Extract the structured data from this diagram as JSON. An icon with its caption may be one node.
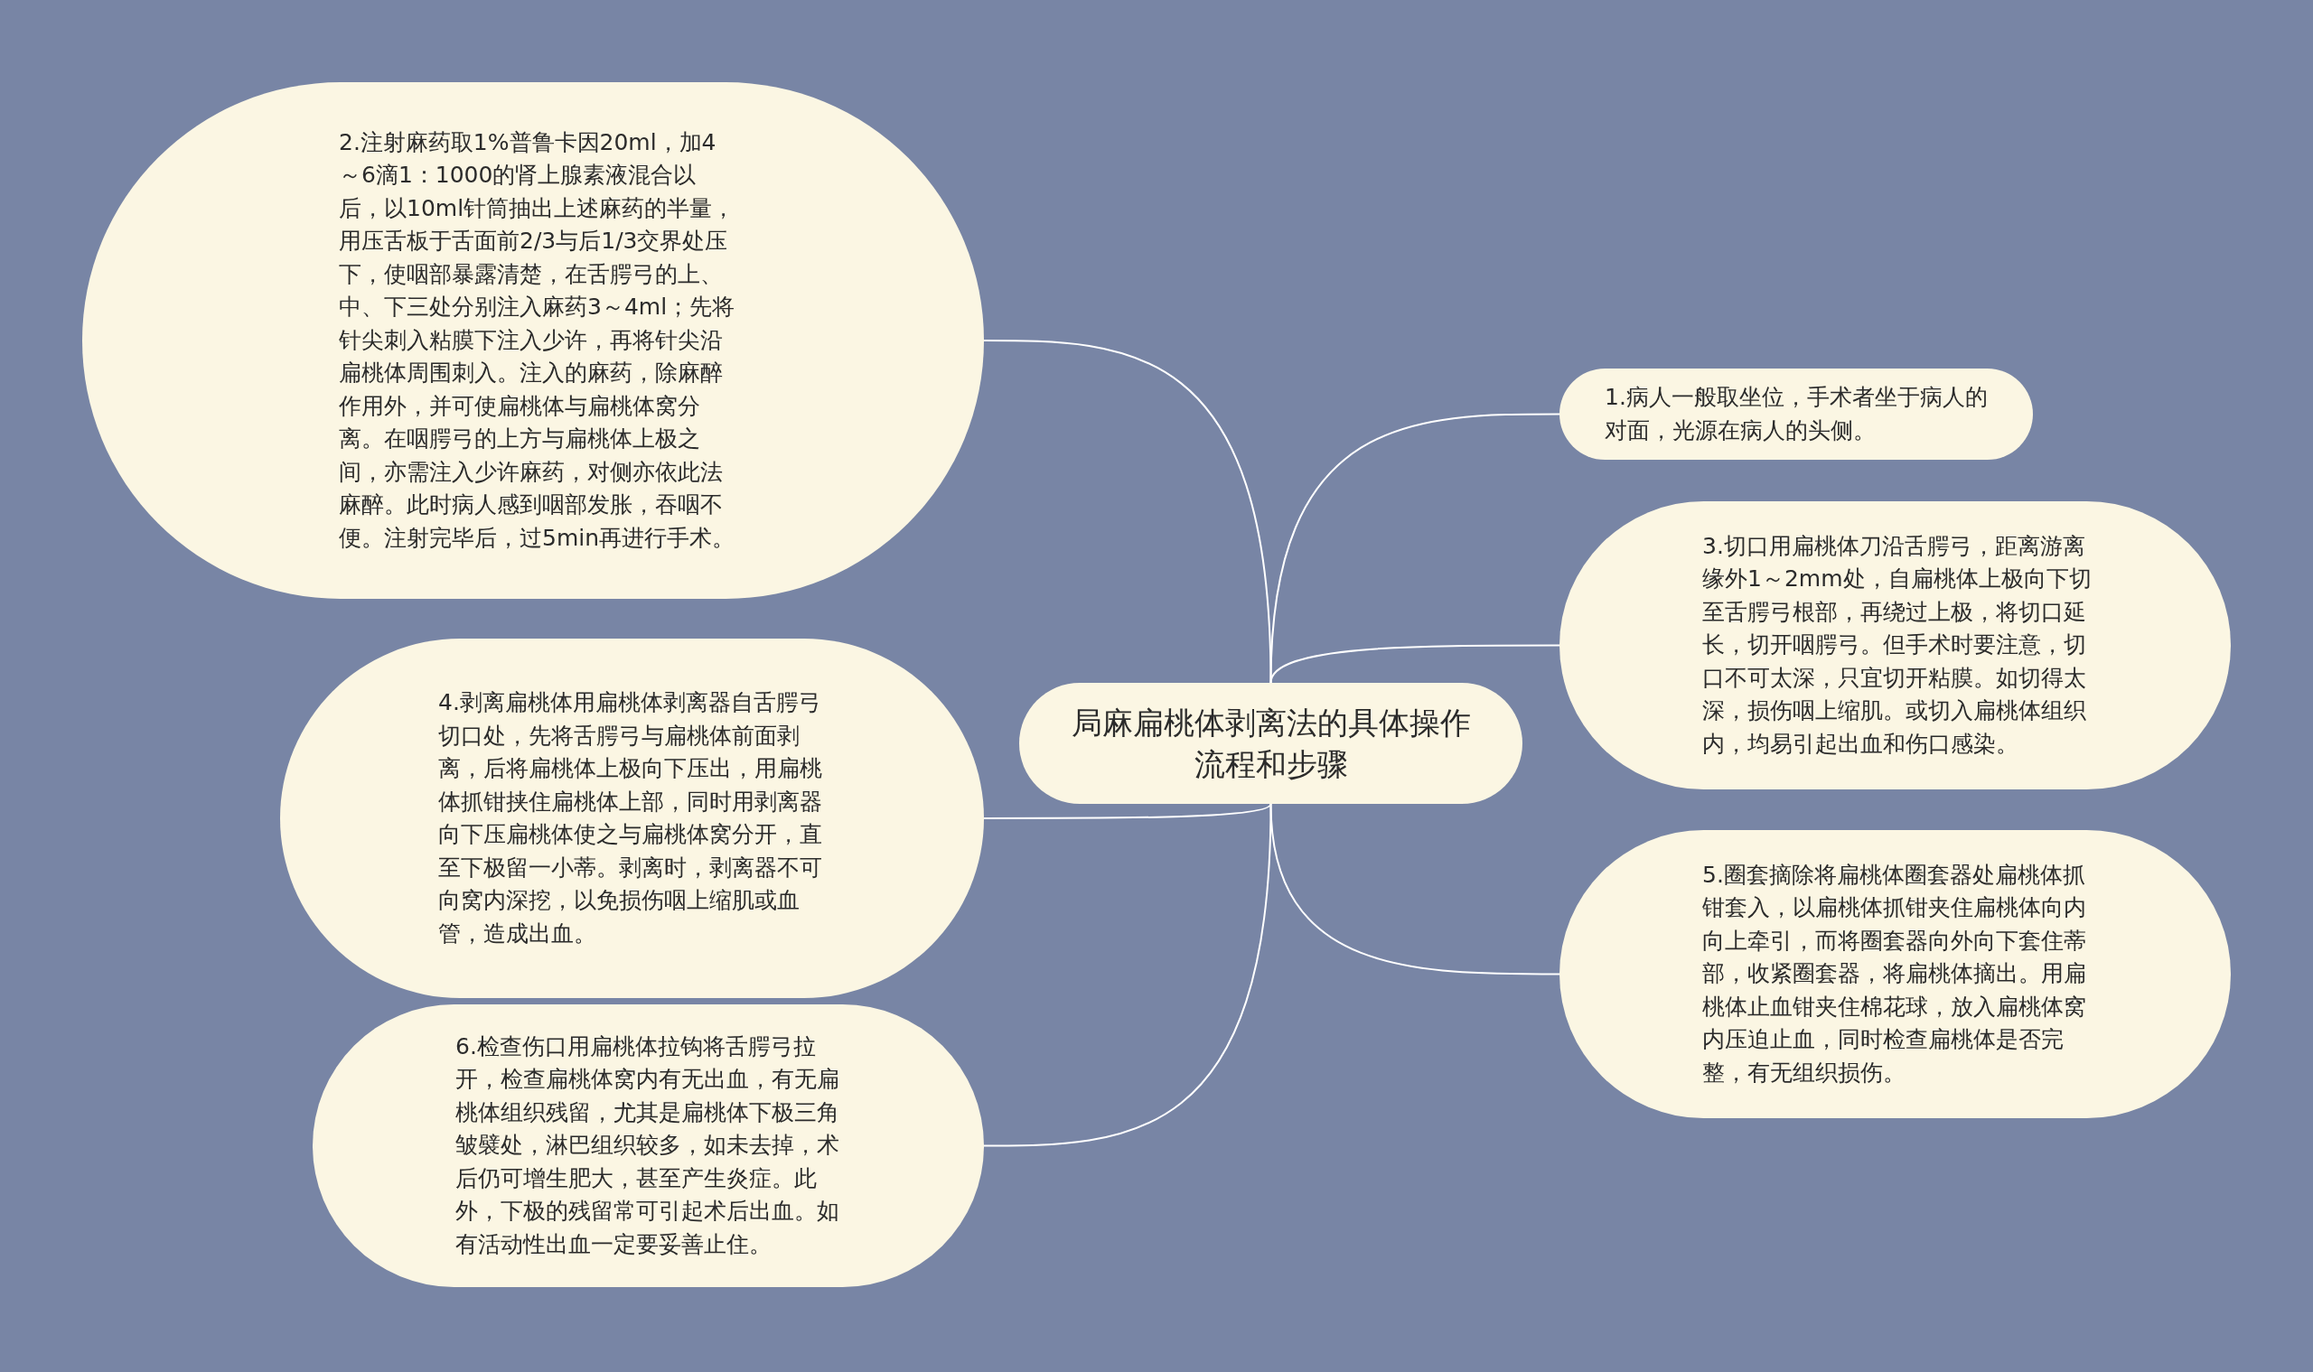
{
  "diagram": {
    "nodes": [
      {
        "text": [
          "局麻扁桃体剥离法的具体操作流程和步骤"
        ]
      },
      {
        "text": [
          "1.病人一般取坐位，手术者坐于病人的对面，光源在病人的头侧。"
        ]
      },
      {
        "text": [
          "2.注射麻药取1%普鲁卡因20ml，加4～6滴1：1000的肾上腺素液混合以后，以10ml针筒抽出上述麻药的半量，用压舌板于舌面前2/3与后1/3交界处压下，使咽部暴露清楚，在舌腭弓的上、中、下三处分别注入麻药3～4ml；先将针尖刺入粘膜下注入少许，再将针尖沿扁桃体周围刺入。注入的麻药，除麻醉作用外，并可使扁桃体与扁桃体窝分离。在咽腭弓的上方与扁桃体上极之间，亦需注入少许麻药，对侧亦依此法麻醉。此时病人感到咽部发胀，吞咽不便。注射完毕后，过5min再进行手术。"
        ]
      },
      {
        "text": [
          "3.切口用扁桃体刀沿舌腭弓，距离游离缘外1～2mm处，自扁桃体上极向下切至舌腭弓根部，再绕过上极，将切口延长，切开咽腭弓。但手术时要注意，切口不可太深，只宜切开粘膜。如切得太深，损伤咽上缩肌。或切入扁桃体组织内，均易引起出血和伤口感染。"
        ]
      },
      {
        "text": [
          "4.剥离扁桃体用扁桃体剥离器自舌腭弓切口处，先将舌腭弓与扁桃体前面剥离，后将扁桃体上极向下压出，用扁桃体抓钳挟住扁桃体上部，同时用剥离器向下压扁桃体使之与扁桃体窝分开，直至下极留一小蒂。剥离时，剥离器不可向窝内深挖，以免损伤咽上缩肌或血管，造成出血。"
        ]
      },
      {
        "text": [
          "5.圈套摘除将扁桃体圈套器处扁桃体抓钳套入，以扁桃体抓钳夹住扁桃体向内向上牵引，而将圈套器向外向下套住蒂部，收紧圈套器，将扁桃体摘出。用扁桃体止血钳夹住棉花球，放入扁桃体窝内压迫止血，同时检查扁桃体是否完整，有无组织损伤。"
        ]
      },
      {
        "text": [
          "6.检查伤口用扁桃体拉钩将舌腭弓拉开，检查扁桃体窝内有无出血，有无扁桃体组织残留，尤其是扁桃体下极三角皱襞处，淋巴组织较多，如未去掉，术后仍可增生肥大，甚至产生炎症。此外，下极的残留常可引起术后出血。如有活动性出血一定要妥善止住。"
        ]
      }
    ],
    "edges": [
      {
        "from": 0,
        "to": 1,
        "arrow": "none"
      },
      {
        "from": 0,
        "to": 2,
        "arrow": "none"
      },
      {
        "from": 0,
        "to": 3,
        "arrow": "none"
      },
      {
        "from": 0,
        "to": 4,
        "arrow": "none"
      },
      {
        "from": 0,
        "to": 5,
        "arrow": "none"
      },
      {
        "from": 0,
        "to": 6,
        "arrow": "none"
      }
    ]
  }
}
